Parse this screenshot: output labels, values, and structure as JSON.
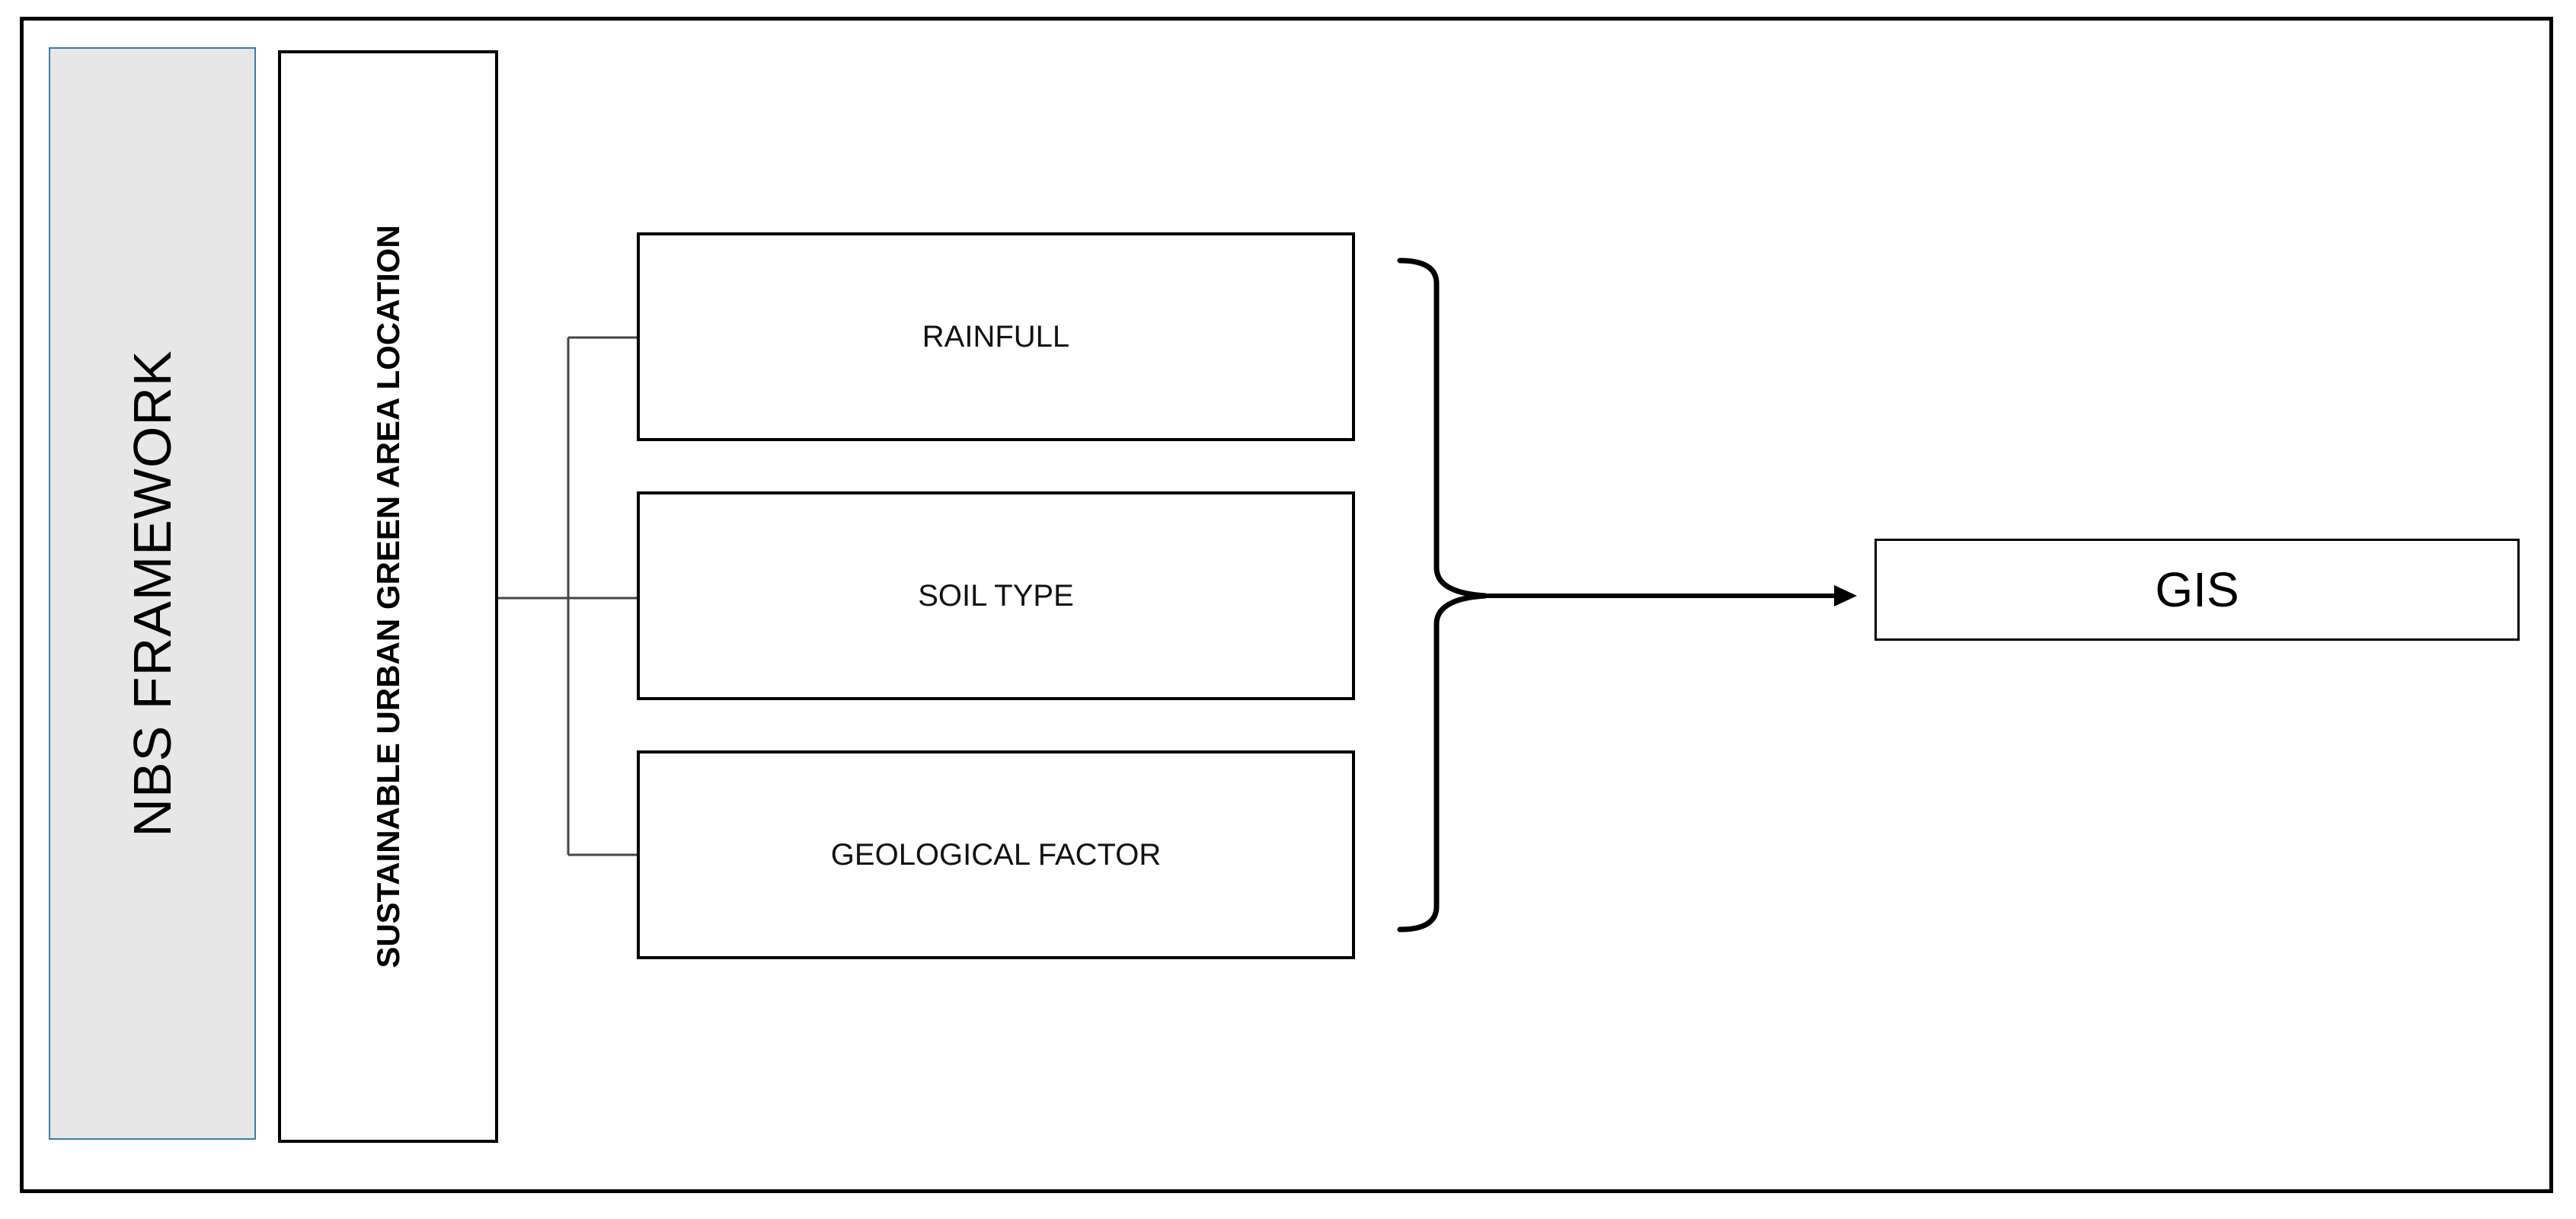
{
  "diagram": {
    "left_panel": {
      "label": "NBS FRAMEWORK"
    },
    "center_panel": {
      "label": "SUSTAINABLE URBAN GREEN AREA LOCATION"
    },
    "factors": [
      {
        "label": "RAINFULL"
      },
      {
        "label": "SOIL TYPE"
      },
      {
        "label": "GEOLOGICAL FACTOR"
      }
    ],
    "output": {
      "label": "GIS"
    }
  },
  "colors": {
    "left_panel_fill": "#e7e7e7",
    "left_panel_border": "#3a7ca8",
    "stroke": "#000000"
  }
}
